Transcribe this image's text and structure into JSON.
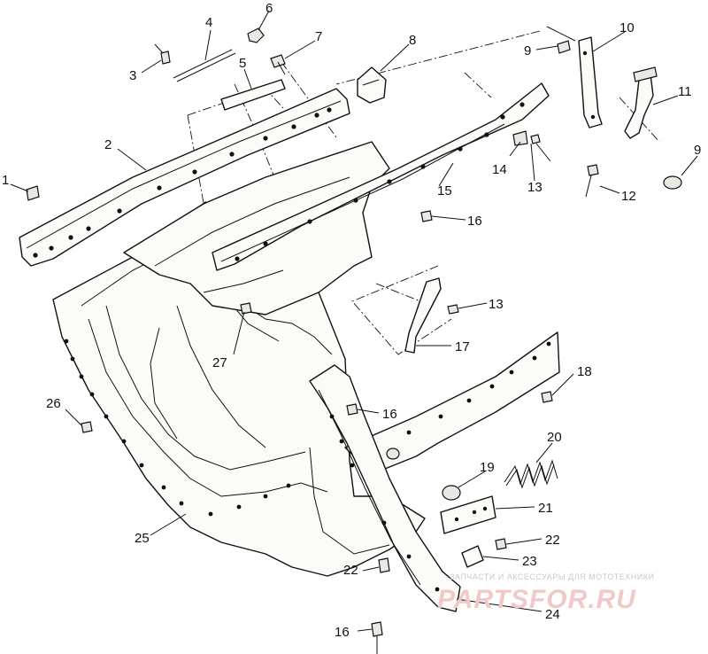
{
  "callouts": [
    "1",
    "2",
    "3",
    "4",
    "5",
    "6",
    "7",
    "8",
    "9",
    "10",
    "11",
    "12",
    "13",
    "14",
    "15",
    "16",
    "17",
    "18",
    "19",
    "20",
    "21",
    "22",
    "23",
    "24",
    "25",
    "26",
    "27"
  ],
  "watermark": {
    "subtitle": "ЗАПЧАСТИ И АКСЕССУАРЫ ДЛЯ МОТОТЕХНИКИ",
    "brand": "PARTSFOR.RU"
  }
}
